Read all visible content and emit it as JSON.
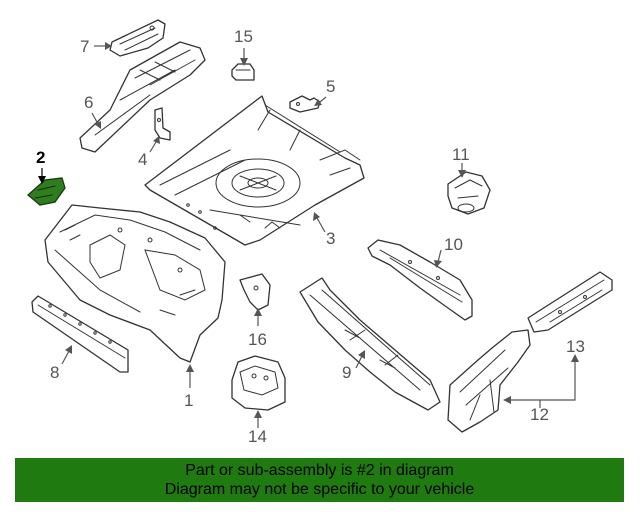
{
  "callouts": [
    {
      "id": "1",
      "label": "1"
    },
    {
      "id": "2",
      "label": "2"
    },
    {
      "id": "3",
      "label": "3"
    },
    {
      "id": "4",
      "label": "4"
    },
    {
      "id": "5",
      "label": "5"
    },
    {
      "id": "6",
      "label": "6"
    },
    {
      "id": "7",
      "label": "7"
    },
    {
      "id": "8",
      "label": "8"
    },
    {
      "id": "9",
      "label": "9"
    },
    {
      "id": "10",
      "label": "10"
    },
    {
      "id": "11",
      "label": "11"
    },
    {
      "id": "12",
      "label": "12"
    },
    {
      "id": "13",
      "label": "13"
    },
    {
      "id": "14",
      "label": "14"
    },
    {
      "id": "15",
      "label": "15"
    },
    {
      "id": "16",
      "label": "16"
    }
  ],
  "highlighted_part": "2",
  "colors": {
    "banner": "#1f7a10",
    "highlight": "#2e7d1f",
    "lines": "#333333"
  },
  "banner": {
    "line1": "Part or sub-assembly is #2 in diagram",
    "line2": "Diagram may not be specific to your vehicle"
  }
}
